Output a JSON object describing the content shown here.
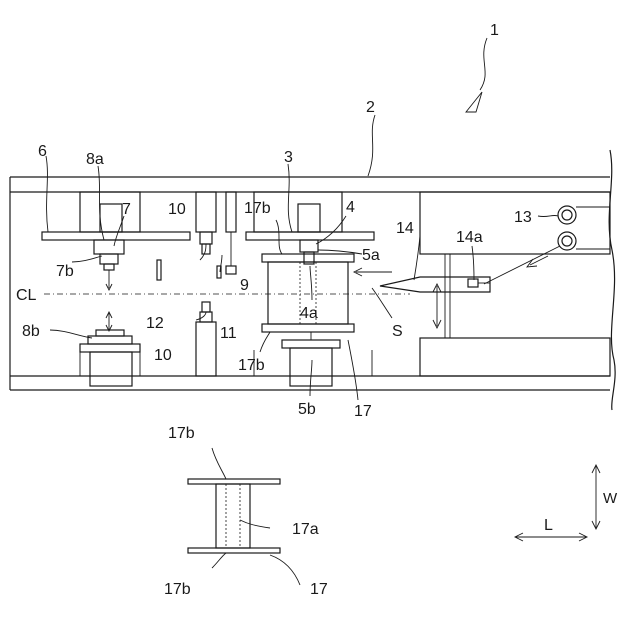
{
  "labels": {
    "ref_1": "1",
    "ref_2": "2",
    "ref_3": "3",
    "ref_4": "4",
    "ref_4a": "4a",
    "ref_5a": "5a",
    "ref_5b": "5b",
    "ref_6": "6",
    "ref_7": "7",
    "ref_7b": "7b",
    "ref_8a": "8a",
    "ref_8b": "8b",
    "ref_9": "9",
    "ref_10_top": "10",
    "ref_10_bottom": "10",
    "ref_11": "11",
    "ref_12": "12",
    "ref_13": "13",
    "ref_14": "14",
    "ref_14a": "14a",
    "ref_17": "17",
    "ref_17b_top": "17b",
    "ref_17b_bottom": "17b",
    "ref_S": "S",
    "ref_CL": "CL",
    "detail_17a": "17a",
    "detail_17b_top": "17b",
    "detail_17b_bottom": "17b",
    "detail_17": "17",
    "dir_L": "L",
    "dir_W": "W"
  }
}
